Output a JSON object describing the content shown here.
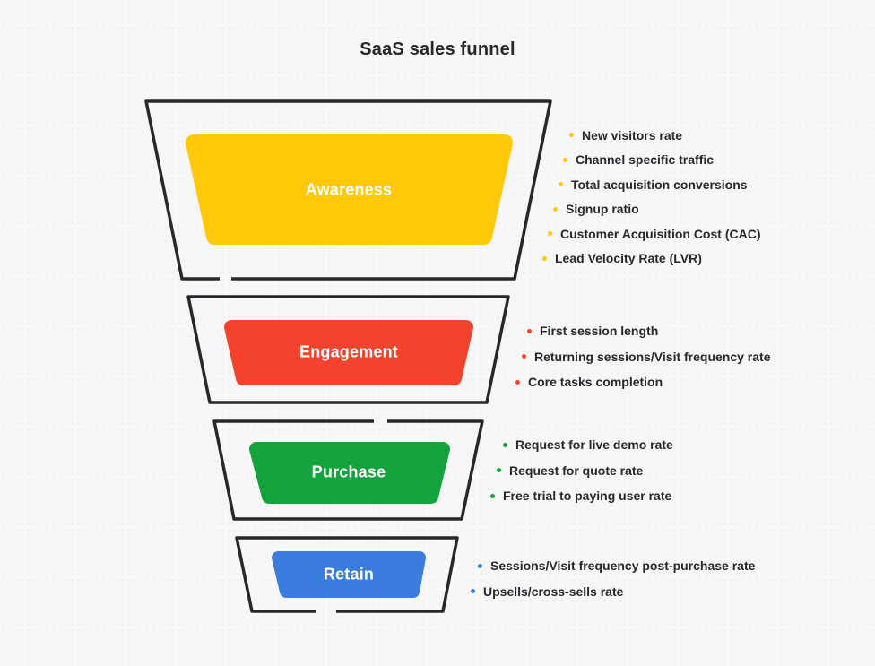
{
  "title": "SaaS sales funnel",
  "colors": {
    "background": "#f7f7f8",
    "outline": "#26282c",
    "text": "#26282c",
    "label_text": "#ffffff"
  },
  "funnel": {
    "stages": [
      {
        "label": "Awareness",
        "color": "#ffc808",
        "metrics": [
          "New visitors rate",
          "Channel specific traffic",
          "Total acquisition conversions",
          "Signup ratio",
          "Customer Acquisition Cost (CAC)",
          "Lead Velocity Rate (LVR)"
        ]
      },
      {
        "label": "Engagement",
        "color": "#f4432c",
        "metrics": [
          "First session length",
          "Returning sessions/Visit frequency rate",
          "Core tasks completion"
        ]
      },
      {
        "label": "Purchase",
        "color": "#14a33c",
        "metrics": [
          "Request for live demo rate",
          "Request for quote rate",
          "Free trial to paying user rate"
        ]
      },
      {
        "label": "Retain",
        "color": "#3b7dde",
        "metrics": [
          "Sessions/Visit frequency post-purchase rate",
          "Upsells/cross-sells rate"
        ]
      }
    ]
  }
}
